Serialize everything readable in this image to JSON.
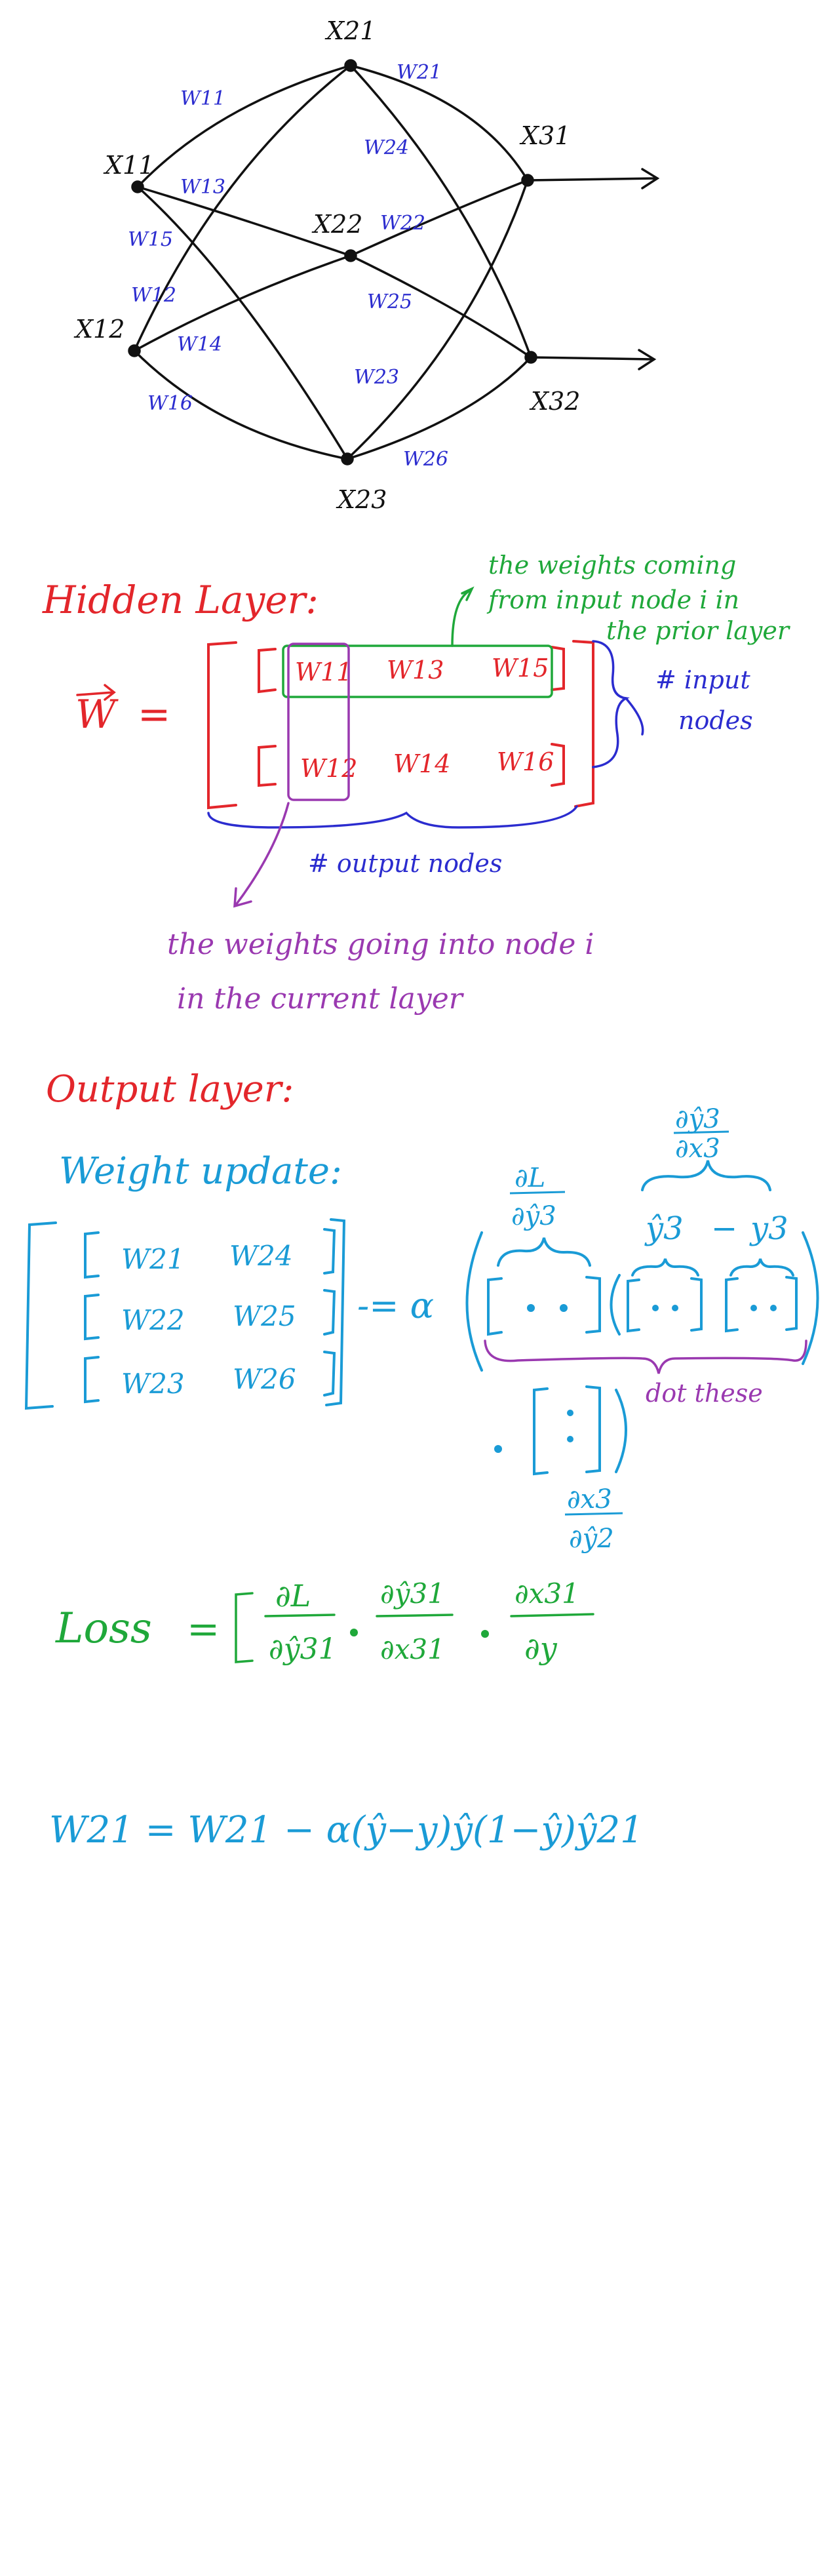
{
  "colors": {
    "black": "#111111",
    "weight_blue": "#2b2ccf",
    "red": "#e3262b",
    "green": "#1fa83a",
    "purple": "#9a39b0",
    "cyan": "#1a9bd6"
  },
  "network": {
    "nodes": {
      "x11": "X11",
      "x12": "X12",
      "x21": "X21",
      "x22": "X22",
      "x23": "X23",
      "x31": "X31",
      "x32": "X32"
    },
    "weights": {
      "w11": "W11",
      "w13": "W13",
      "w15": "W15",
      "w12": "W12",
      "w14": "W14",
      "w16": "W16",
      "w21": "W21",
      "w24": "W24",
      "w22": "W22",
      "w25": "W25",
      "w23": "W23",
      "w26": "W26"
    }
  },
  "hidden_layer": {
    "title": "Hidden Layer:",
    "lhs": "W",
    "equals": "=",
    "matrix_row1": [
      "W11",
      "W13",
      "W15"
    ],
    "matrix_row2": [
      "W12",
      "W14",
      "W16"
    ],
    "green_note_line1": "the weights coming",
    "green_note_line2": "from input node i in",
    "green_note_line3": "the prior layer",
    "input_nodes_line1": "# input",
    "input_nodes_line2": "nodes",
    "output_nodes": "# output nodes",
    "purple_note_line1": "the weights going into node i",
    "purple_note_line2": "in the current layer"
  },
  "output_layer": {
    "title": "Output layer:",
    "weight_update": "Weight update:",
    "matrix_rows": [
      [
        "W21",
        "W24"
      ],
      [
        "W22",
        "W25"
      ],
      [
        "W23",
        "W26"
      ]
    ],
    "equals_alpha": "-= α",
    "dL": "∂L",
    "dy3": "∂ŷ3",
    "dy3_top": "∂ŷ3",
    "dx3_bottom": "∂x3",
    "yhat3": "ŷ3",
    "minus": "−",
    "y3": "y3",
    "dot_these": "dot these",
    "dx3_top": "∂x3",
    "dy2_bottom": "∂ŷ2"
  },
  "loss": {
    "label": "Loss",
    "equals": "=",
    "t1_num": "∂L",
    "t1_den": "∂ŷ31",
    "t2_num": "∂ŷ31",
    "t2_den": "∂x31",
    "t3_num": "∂x31",
    "t3_den": "∂y"
  },
  "update": {
    "equation": "W21 = W21 − α(ŷ−y)ŷ(1−ŷ)ŷ21"
  }
}
